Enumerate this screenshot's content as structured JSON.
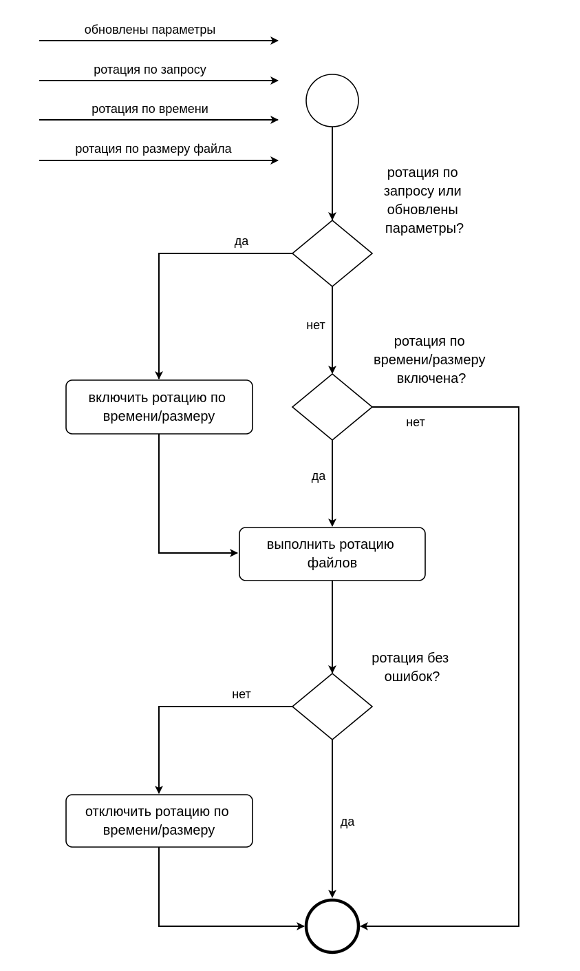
{
  "incoming_events": [
    "обновлены параметры",
    "ротация по запросу",
    "ротация по времени",
    "ротация по размеру файла"
  ],
  "decisions": {
    "request_or_params": [
      "ротация по",
      "запросу или",
      "обновлены",
      "параметры?"
    ],
    "time_size_enabled": [
      "ротация по",
      "времени/размеру",
      "включена?"
    ],
    "no_errors": [
      "ротация без",
      "ошибок?"
    ]
  },
  "actions": {
    "enable": [
      "включить ротацию по",
      "времени/размеру"
    ],
    "rotate": [
      "выполнить ротацию",
      "файлов"
    ],
    "disable": [
      "отключить ротацию по",
      "времени/размеру"
    ]
  },
  "edge_labels": {
    "d1_yes": "да",
    "d1_no": "нет",
    "d2_yes": "да",
    "d2_no": "нет",
    "d3_yes": "да",
    "d3_no": "нет"
  },
  "colors": {
    "stroke": "#000000",
    "fill": "#ffffff"
  }
}
